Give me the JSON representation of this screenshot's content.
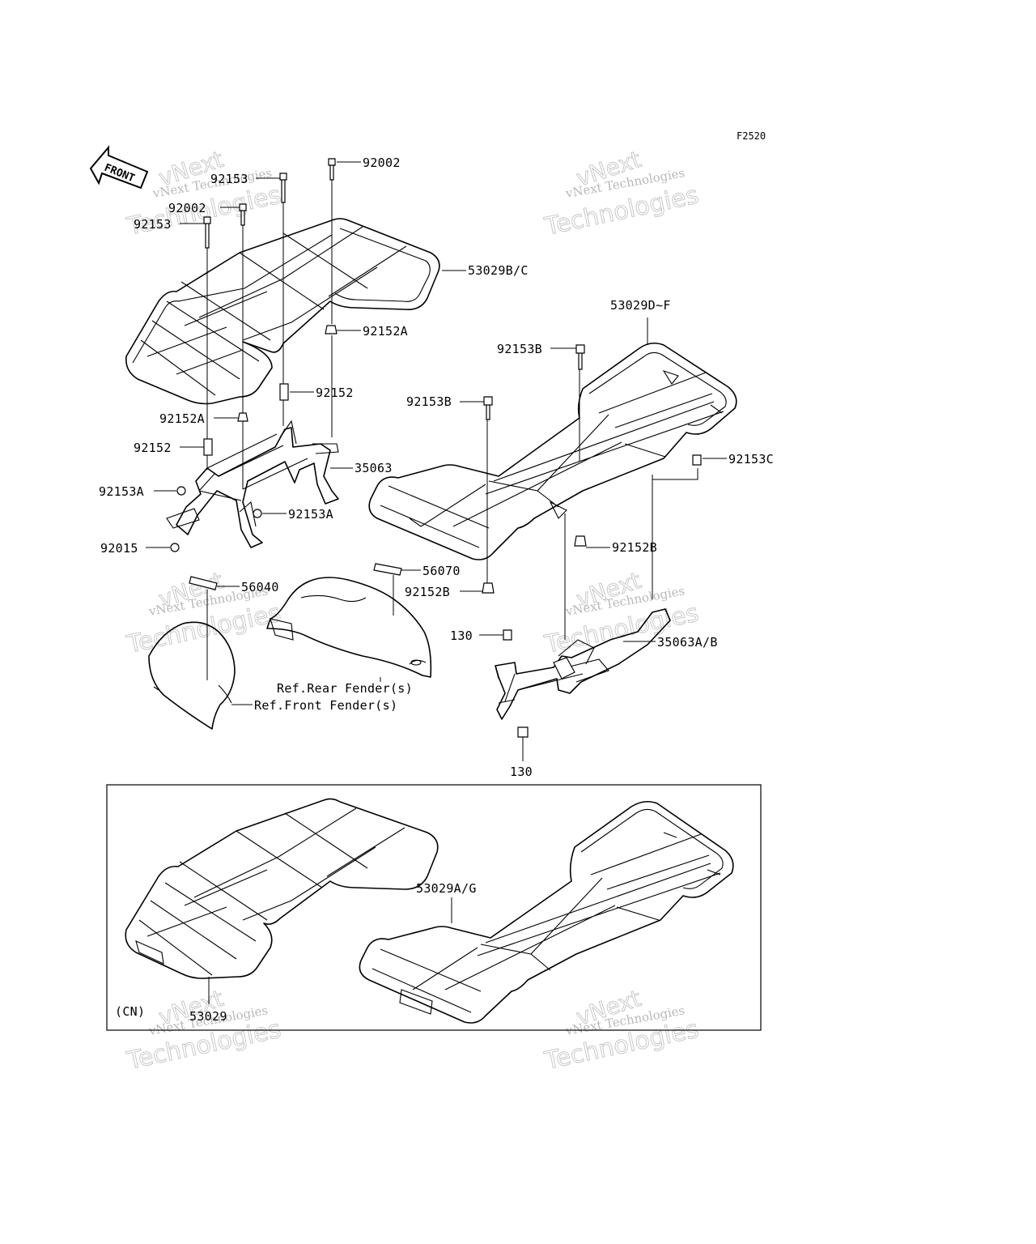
{
  "diagram_code": "F2520",
  "front_arrow_label": "FRONT",
  "watermark": {
    "line1": "vNext Technologies",
    "line2": "vNext",
    "line3": "Technologies"
  },
  "labels": {
    "p92153_a": "92153",
    "p92002_top": "92002",
    "p92002_mid": "92002",
    "p92153_b": "92153",
    "p53029bc": "53029B/C",
    "p92152a_right": "92152A",
    "p92152_right": "92152",
    "p92152a_left": "92152A",
    "p92152_left": "92152",
    "p35063": "35063",
    "p92153a_left": "92153A",
    "p92153a_right": "92153A",
    "p92015": "92015",
    "p53029df": "53029D~F",
    "p92153b_top": "92153B",
    "p92153b_mid": "92153B",
    "p92153c": "92153C",
    "p92152b_right": "92152B",
    "p92152b_left": "92152B",
    "p56070": "56070",
    "p56040": "56040",
    "p130_top": "130",
    "p130_bottom": "130",
    "p35063ab": "35063A/B",
    "ref_rear": "Ref.Rear Fender(s)",
    "ref_front": "Ref.Front Fender(s)",
    "cn_tag": "(CN)",
    "p53029": "53029",
    "p53029ag": "53029A/G"
  }
}
